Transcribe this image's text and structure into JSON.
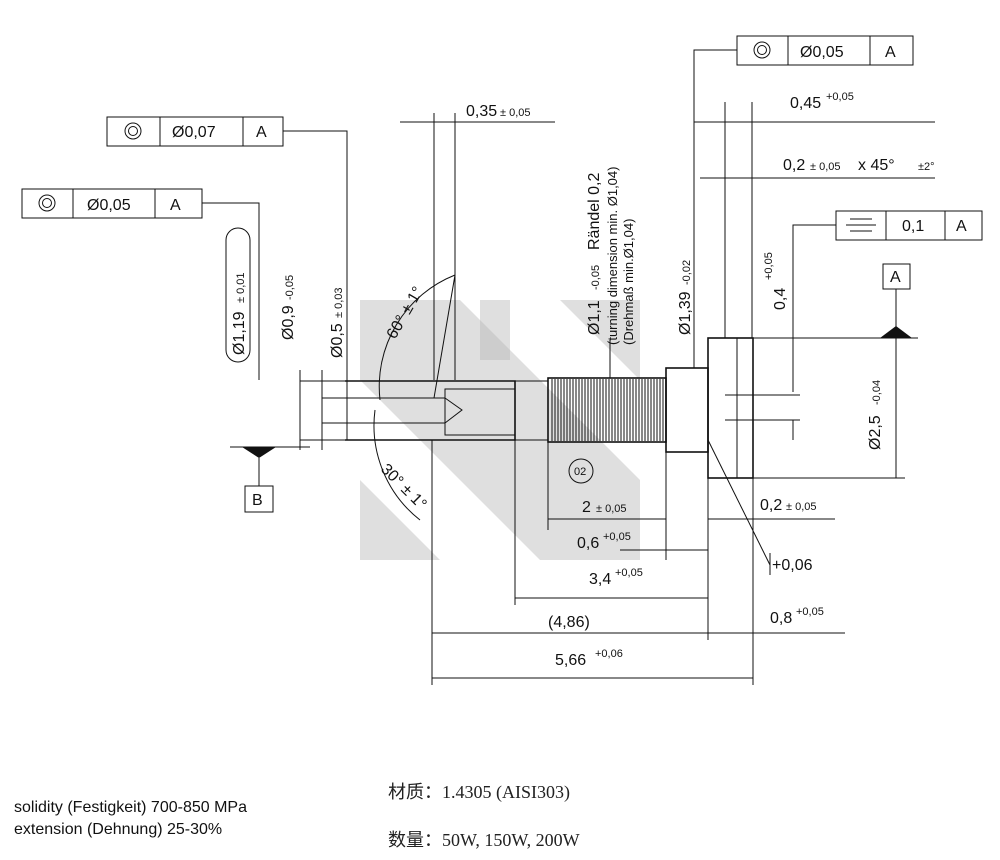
{
  "tolerance_frames": [
    {
      "symbol": "concentricity-icon",
      "value": "Ø0,07",
      "datum": "A"
    },
    {
      "symbol": "concentricity-icon",
      "value": "Ø0,05",
      "datum": "A"
    },
    {
      "symbol": "concentricity-icon",
      "value": "Ø0,05",
      "datum": "A"
    },
    {
      "symbol": "symmetry-icon",
      "value": "0,1",
      "datum": "A"
    }
  ],
  "datums": {
    "a": "A",
    "b": "B"
  },
  "dimensions": {
    "d035": {
      "base": "0,35",
      "tol": "± 0,05"
    },
    "d045": {
      "base": "0,45",
      "tol": "+0,05"
    },
    "chamfer": {
      "base": "0,2",
      "tol": "± 0,05",
      "rest": " x 45°",
      "angle_tol": "±2°"
    },
    "dia119": {
      "base": "Ø1,19",
      "tol": "± 0,01"
    },
    "dia09": {
      "base": "Ø0,9",
      "tol": "-0,05"
    },
    "dia05": {
      "base": "Ø0,5",
      "tol": "± 0,03"
    },
    "ang60": "60° ± 1°",
    "ang30": "30° ± 1°",
    "knurl_main": "Ø1,1",
    "knurl_tol": "-0,05",
    "knurl_label": "Rändel 0,2",
    "knurl_note1": "(turning dimension min. Ø1,04)",
    "knurl_note2": "(Drehmaß min.Ø1,04)",
    "dia139": {
      "base": "Ø1,39",
      "tol": "-0,02"
    },
    "d04": {
      "base": "0,4",
      "tol": "+0,05"
    },
    "dia25": {
      "base": "Ø2,5",
      "tol": "-0,04"
    },
    "marker": "02",
    "d2": {
      "base": "2",
      "tol": "± 0,05"
    },
    "d02": {
      "base": "0,2",
      "tol": "± 0,05"
    },
    "d06": {
      "base": "0,6",
      "tol": "+0,05"
    },
    "d006": "+0,06",
    "d34": {
      "base": "3,4",
      "tol": "+0,05"
    },
    "d486": "(4,86)",
    "d08": {
      "base": "0,8",
      "tol": "+0,05"
    },
    "d566": {
      "base": "5,66",
      "tol": "+0,06"
    }
  },
  "footer": {
    "solidity": "solidity      (Festigkeit) 700-850 MPa",
    "extension": "extension (Dehnung) 25-30%",
    "material": "材质：1.4305 (AISI303)",
    "quantity": "数量：50W, 150W, 200W"
  }
}
